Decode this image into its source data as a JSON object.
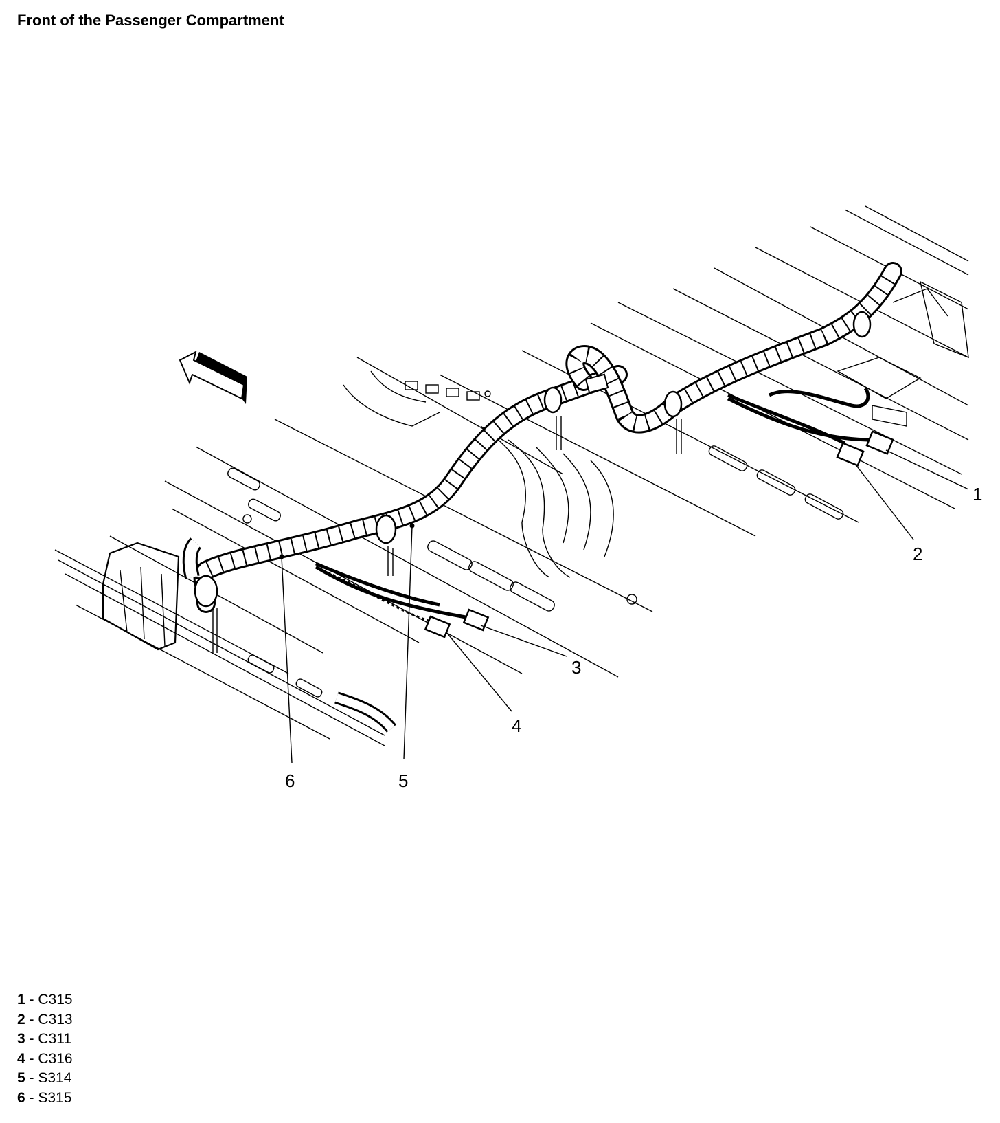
{
  "title": "Front of the Passenger Compartment",
  "callouts": [
    "1",
    "2",
    "3",
    "4",
    "5",
    "6"
  ],
  "legend": [
    {
      "num": "1",
      "sep": " - ",
      "code": "C315"
    },
    {
      "num": "2",
      "sep": " - ",
      "code": "C313"
    },
    {
      "num": "3",
      "sep": " - ",
      "code": "C311"
    },
    {
      "num": "4",
      "sep": " - ",
      "code": "C316"
    },
    {
      "num": "5",
      "sep": " - ",
      "code": "S314"
    },
    {
      "num": "6",
      "sep": " - ",
      "code": "S315"
    }
  ],
  "icons": {
    "direction": "front-direction-arrow-icon"
  }
}
